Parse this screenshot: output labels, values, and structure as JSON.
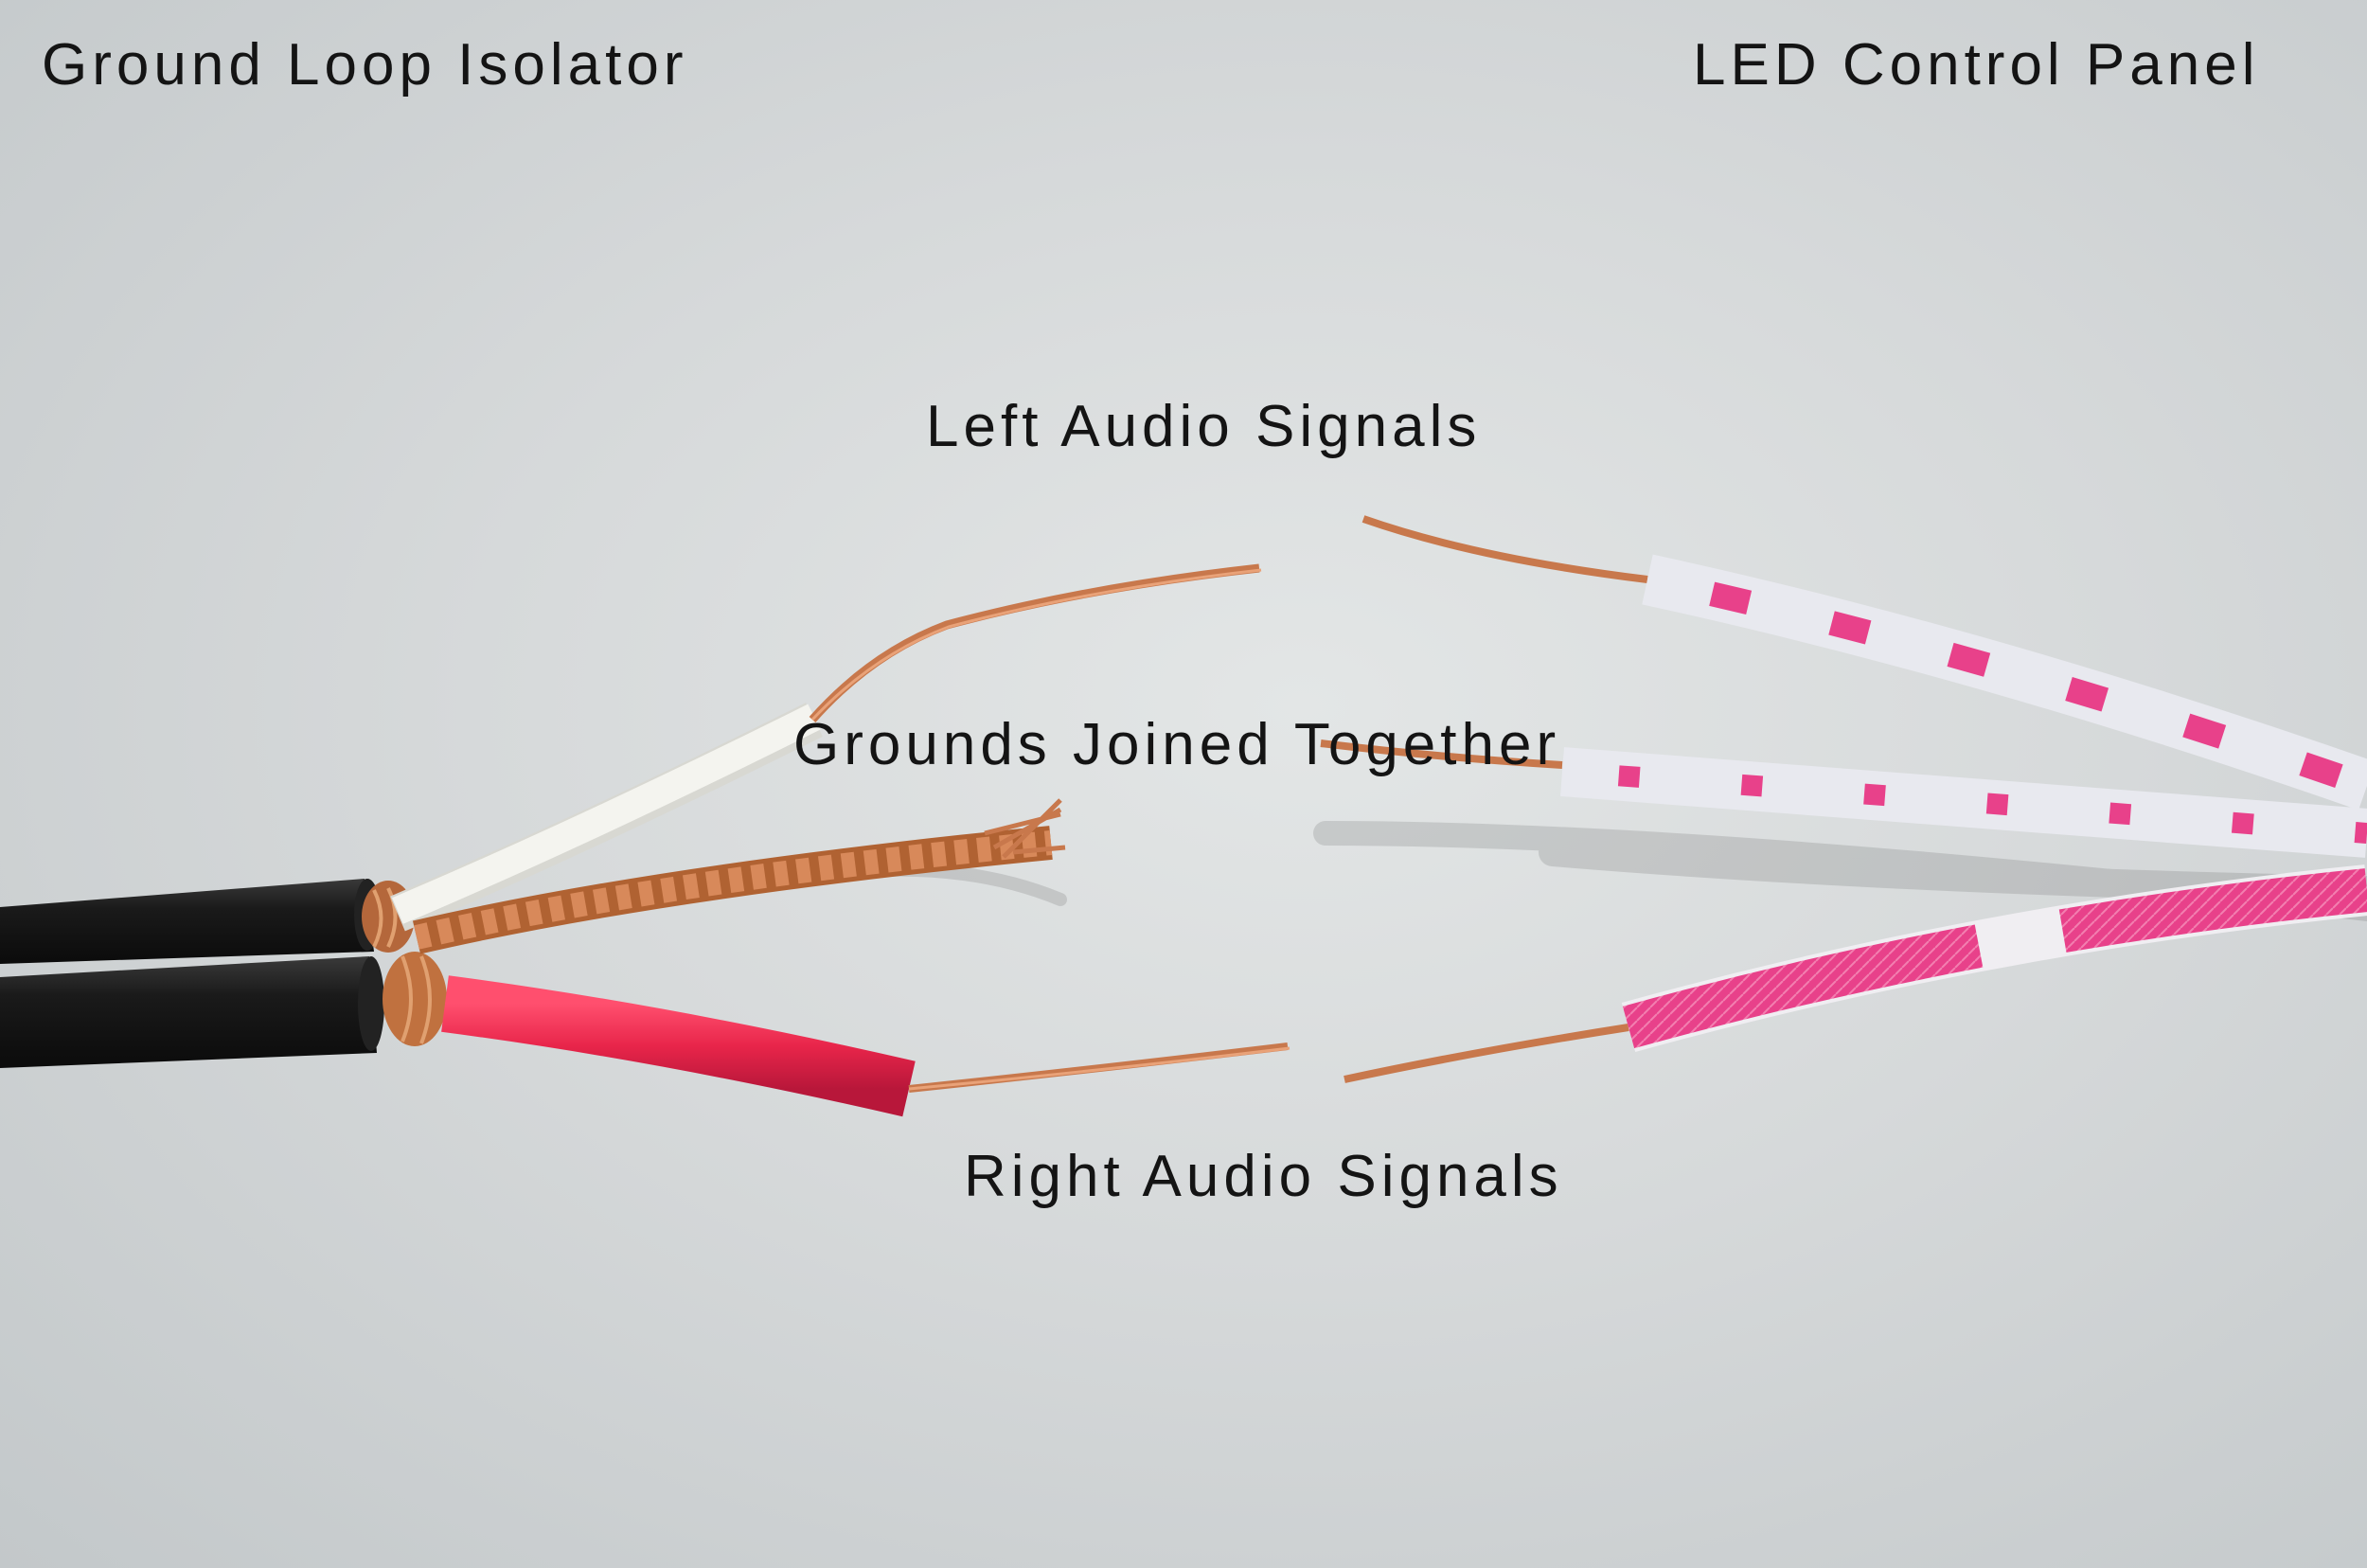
{
  "labels": {
    "ground_loop_isolator": "Ground Loop Isolator",
    "led_control_panel": "LED Control Panel",
    "left_audio_signals": "Left Audio Signals",
    "grounds_joined_together": "Grounds Joined Together",
    "right_audio_signals": "Right Audio Signals"
  },
  "colors": {
    "background": "#d8dbdc",
    "label_text": "#141414",
    "cable_jacket": "#141414",
    "copper": "#c8784c",
    "white_insulation": "#f2f2ef",
    "red_insulation": "#e8254a",
    "pink_marking": "#e83a80"
  }
}
